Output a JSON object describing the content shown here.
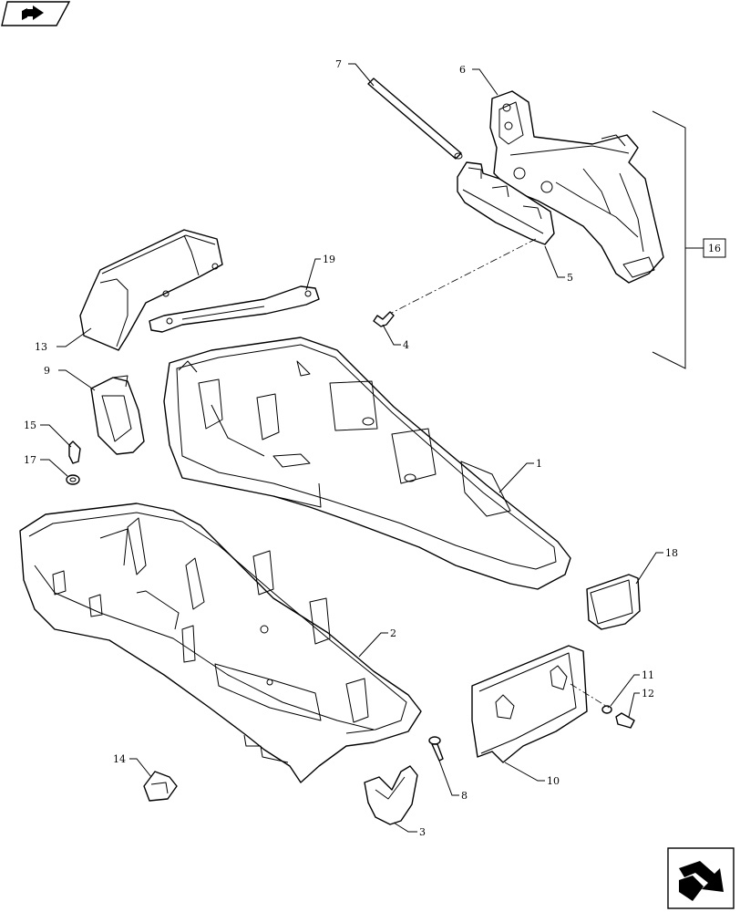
{
  "callouts": {
    "c1": "1",
    "c2": "2",
    "c3": "3",
    "c4": "4",
    "c5": "5",
    "c6": "6",
    "c7": "7",
    "c8": "8",
    "c9": "9",
    "c10": "10",
    "c11": "11",
    "c12": "12",
    "c13": "13",
    "c14": "14",
    "c15": "15",
    "c16": "16",
    "c17": "17",
    "c18": "18",
    "c19": "19"
  },
  "icons": {
    "top_left": "book-arrow-icon",
    "bottom_right": "next-page-arrow-icon"
  }
}
